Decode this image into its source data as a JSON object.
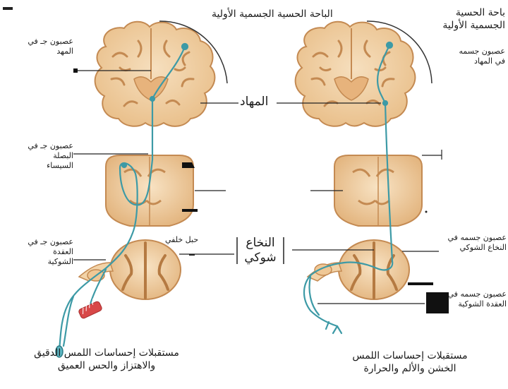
{
  "labels": {
    "left_cortex": "الباحة الحسية الجسمية الأولية",
    "right_cortex": "باحة الحسية الجسمية الأولية",
    "left_thalamus_neuron": "عصبون جـ في المهد",
    "right_thalamus_neuron": "عصبون جسمه في المهاد",
    "thalamus": "المهاد",
    "left_medulla_neuron": "عصبون جـ في البصلة السيساء",
    "posterior_column": "حبل خلفي",
    "left_ganglion_neuron": "عصبون جـ في العقدة الشوكية",
    "spinal_cord": "النخاع شوكي",
    "right_spinal_neuron": "عصبون جسمه في النخاع الشوكي",
    "right_ganglion_neuron": "عصبون جسمه في العقدة الشوكية",
    "left_receptors_caption": "مستقبلات إحساسات اللمس الدقيق والاهتزاز والحس العميق",
    "right_receptors_caption": "مستقبلات إحساسات اللمس الخشن والألم والحرارة"
  },
  "colors": {
    "tissue": "#f2d3a8",
    "tissue_dark": "#c48a52",
    "pathway": "#3d9aa6",
    "receptor_red": "#d84848",
    "line": "#222222"
  }
}
